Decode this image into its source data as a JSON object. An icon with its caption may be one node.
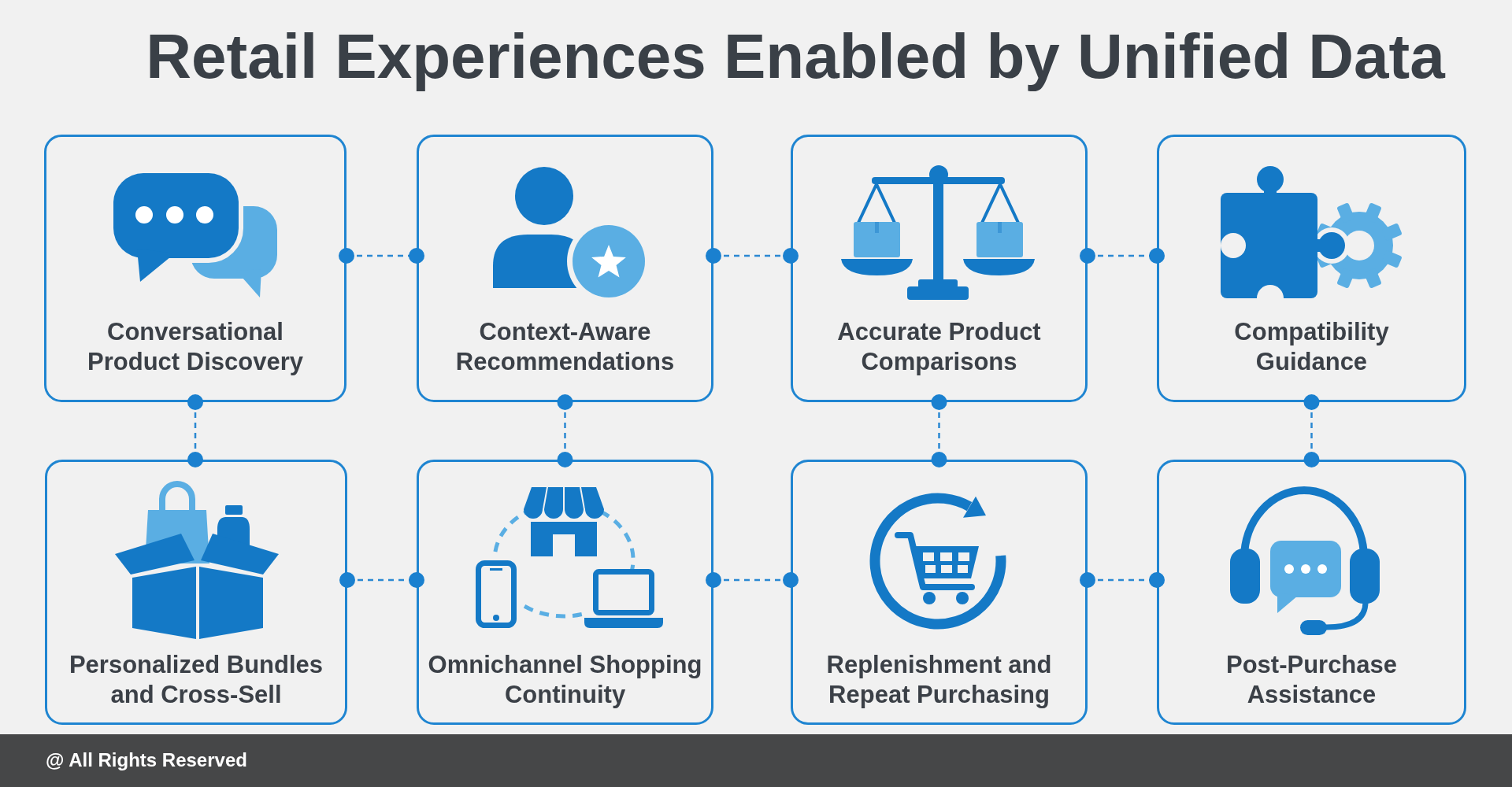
{
  "diagram": {
    "title": "Retail Experiences Enabled by Unified Data",
    "nodes": [
      {
        "text": [
          "Conversational Product Discovery"
        ]
      },
      {
        "text": [
          "Context-Aware Recommendations"
        ]
      },
      {
        "text": [
          "Accurate Product Comparisons"
        ]
      },
      {
        "text": [
          "Compatibility Guidance"
        ]
      },
      {
        "text": [
          "Personalized Bundles and Cross-Sell"
        ]
      },
      {
        "text": [
          "Omnichannel Shopping Continuity"
        ]
      },
      {
        "text": [
          "Replenishment and Repeat Purchasing"
        ]
      },
      {
        "text": [
          "Post-Purchase Assistance"
        ]
      }
    ],
    "edges": [
      {
        "from": 0,
        "to": 1,
        "arrow": "other"
      },
      {
        "from": 1,
        "to": 2,
        "arrow": "other"
      },
      {
        "from": 2,
        "to": 3,
        "arrow": "other"
      },
      {
        "from": 0,
        "to": 4,
        "arrow": "other"
      },
      {
        "from": 1,
        "to": 5,
        "arrow": "other"
      },
      {
        "from": 2,
        "to": 6,
        "arrow": "other"
      },
      {
        "from": 3,
        "to": 7,
        "arrow": "other"
      },
      {
        "from": 4,
        "to": 5,
        "arrow": "other"
      },
      {
        "from": 5,
        "to": 6,
        "arrow": "other"
      },
      {
        "from": 6,
        "to": 7,
        "arrow": "other"
      }
    ],
    "labels": [
      "@ All Rights Reserved"
    ]
  }
}
